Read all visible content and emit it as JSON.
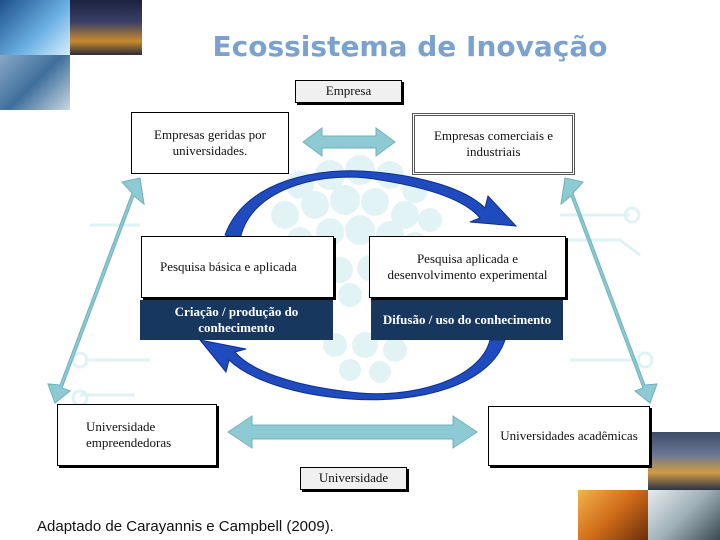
{
  "title": "Ecossistema de Inovação",
  "labels": {
    "empresa": "Empresa",
    "universidade": "Universidade"
  },
  "boxes": {
    "empresas_geridas": "Empresas geridas por universidades.",
    "empresas_comerciais": "Empresas comerciais e industriais",
    "pesquisa_basica": "Pesquisa básica e aplicada",
    "pesquisa_aplicada": "Pesquisa aplicada e desenvolvimento experimental",
    "criacao": "Criação / produção do conhecimento",
    "difusao": "Difusão / uso do conhecimento",
    "universidade_empreendedora": "Universidade empreendedoras",
    "universidades_academicas": "Universidades acadêmicas"
  },
  "footer": "Adaptado de Carayannis e Campbell (2009).",
  "colors": {
    "title": "#7ba2cf",
    "arrow_light": "#8ecad3",
    "arrow_blue": "#1f4bbf",
    "dark_box": "#17375e"
  }
}
